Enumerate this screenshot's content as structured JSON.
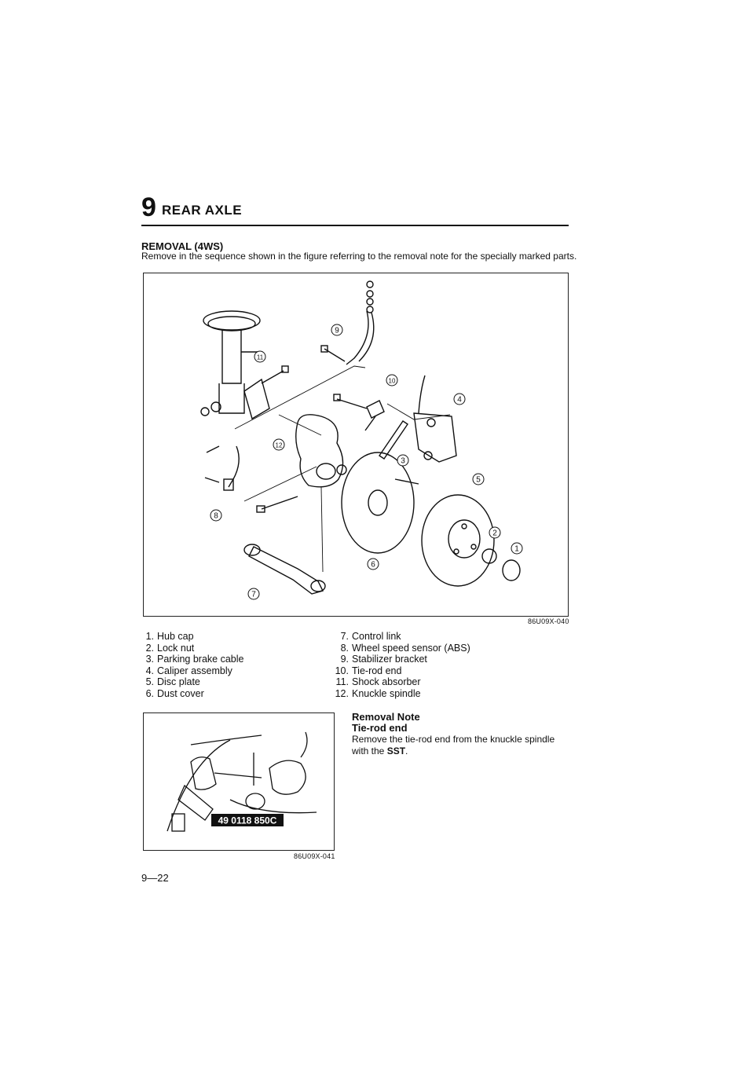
{
  "header": {
    "section_number": "9",
    "section_title": "REAR AXLE"
  },
  "heading": "REMOVAL (4WS)",
  "intro": "Remove in the sequence shown in the figure referring to the removal note for the specially marked parts.",
  "figure1": {
    "code": "86U09X-040",
    "callouts": [
      "1",
      "2",
      "3",
      "4",
      "5",
      "6",
      "7",
      "8",
      "9",
      "10",
      "11",
      "12"
    ]
  },
  "parts_left": [
    {
      "num": "1.",
      "name": "Hub cap"
    },
    {
      "num": "2.",
      "name": "Lock nut"
    },
    {
      "num": "3.",
      "name": "Parking brake cable"
    },
    {
      "num": "4.",
      "name": "Caliper assembly"
    },
    {
      "num": "5.",
      "name": "Disc plate"
    },
    {
      "num": "6.",
      "name": "Dust cover"
    }
  ],
  "parts_right": [
    {
      "num": "7.",
      "name": "Control link"
    },
    {
      "num": "8.",
      "name": "Wheel speed sensor (ABS)"
    },
    {
      "num": "9.",
      "name": "Stabilizer bracket"
    },
    {
      "num": "10.",
      "name": "Tie-rod end"
    },
    {
      "num": "11.",
      "name": "Shock absorber"
    },
    {
      "num": "12.",
      "name": "Knuckle spindle"
    }
  ],
  "figure2": {
    "code": "86U09X-041",
    "tool_label": "49 0118 850C"
  },
  "note": {
    "title": "Removal Note",
    "subtitle": "Tie-rod end",
    "text_before": "Remove the tie-rod end from the knuckle spindle with the ",
    "text_bold": "SST",
    "text_after": "."
  },
  "page_number": "9—22"
}
